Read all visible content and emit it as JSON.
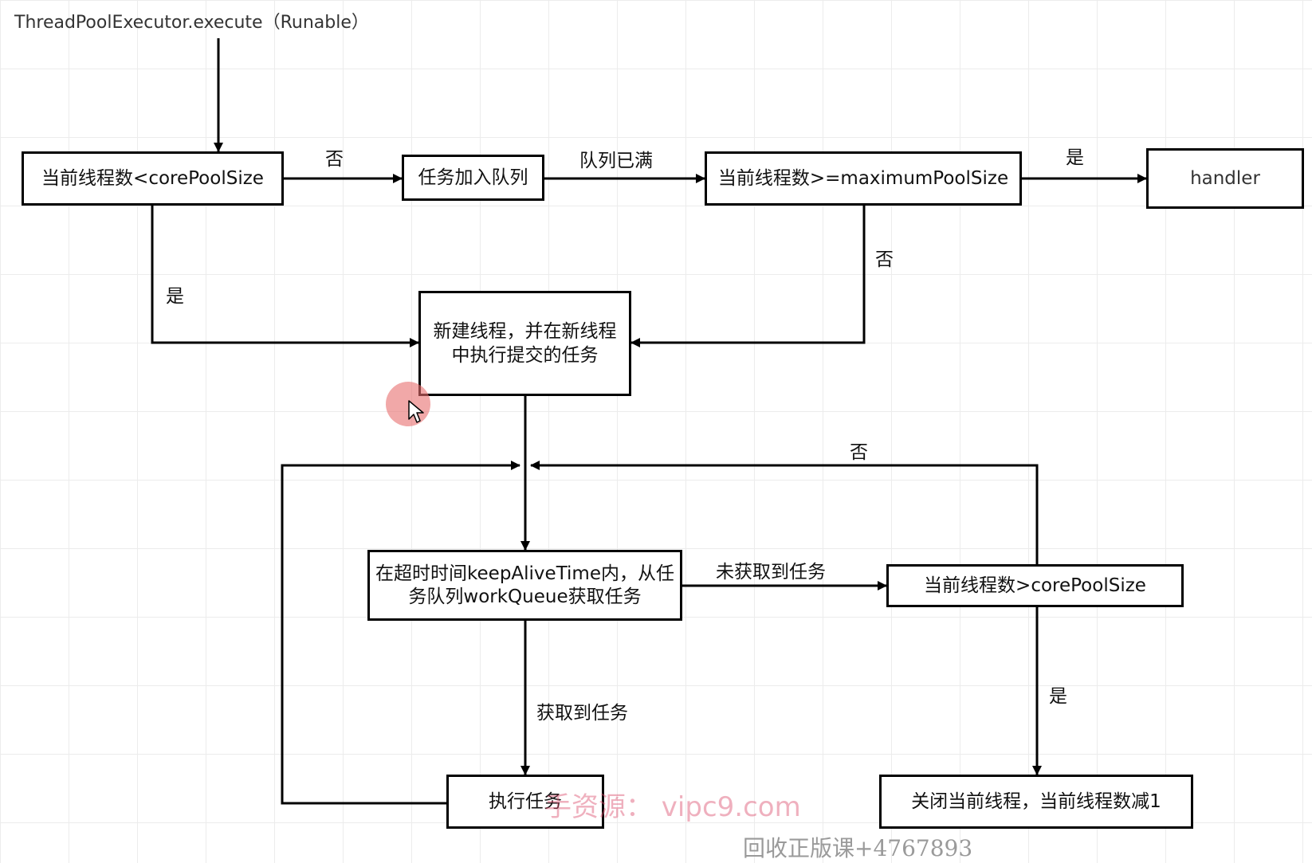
{
  "diagram": {
    "title": "ThreadPoolExecutor.execute（Runable）",
    "nodes": {
      "check_core": "当前线程数<corePoolSize",
      "enqueue": "任务加入队列",
      "check_max": "当前线程数>=maximumPoolSize",
      "handler": "handler",
      "new_thread": "新建线程，并在新线程中执行提交的任务",
      "poll_queue": "在超时时间keepAliveTime内，从任务队列workQueue获取任务",
      "check_core_again": "当前线程数>corePoolSize",
      "run_task": "执行任务",
      "close_thread": "关闭当前线程，当前线程数减1"
    },
    "edge_labels": {
      "core_no": "否",
      "queue_full": "队列已满",
      "max_yes": "是",
      "core_yes": "是",
      "max_no": "否",
      "loop_no": "否",
      "not_got": "未获取到任务",
      "got": "获取到任务",
      "recheck_yes": "是"
    }
  },
  "watermark": "手资源： vipc9.com",
  "ad_text": "回收正版课+4767893",
  "colors": {
    "line": "#000000",
    "cursor_highlight": "#e76e6e",
    "watermark": "#dc506e"
  }
}
